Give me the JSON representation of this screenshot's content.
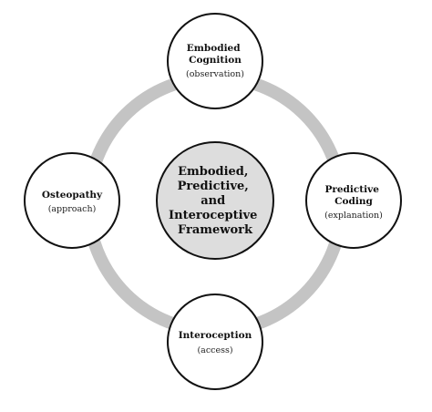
{
  "center": {
    "lines": [
      "Embodied,",
      "Predictive,",
      "and",
      "Interoceptive",
      "Framework"
    ],
    "fill": "#dddddd"
  },
  "ring_color": "#c4c4c4",
  "nodes": [
    {
      "id": "embodied-cognition",
      "title": [
        "Embodied",
        "Cognition"
      ],
      "subtitle": "(observation)"
    },
    {
      "id": "predictive-coding",
      "title": [
        "Predictive",
        "Coding"
      ],
      "subtitle": "(explanation)"
    },
    {
      "id": "interoception",
      "title": [
        "Interoception"
      ],
      "subtitle": "(access)"
    },
    {
      "id": "osteopathy",
      "title": [
        "Osteopathy"
      ],
      "subtitle": "(approach)"
    }
  ]
}
